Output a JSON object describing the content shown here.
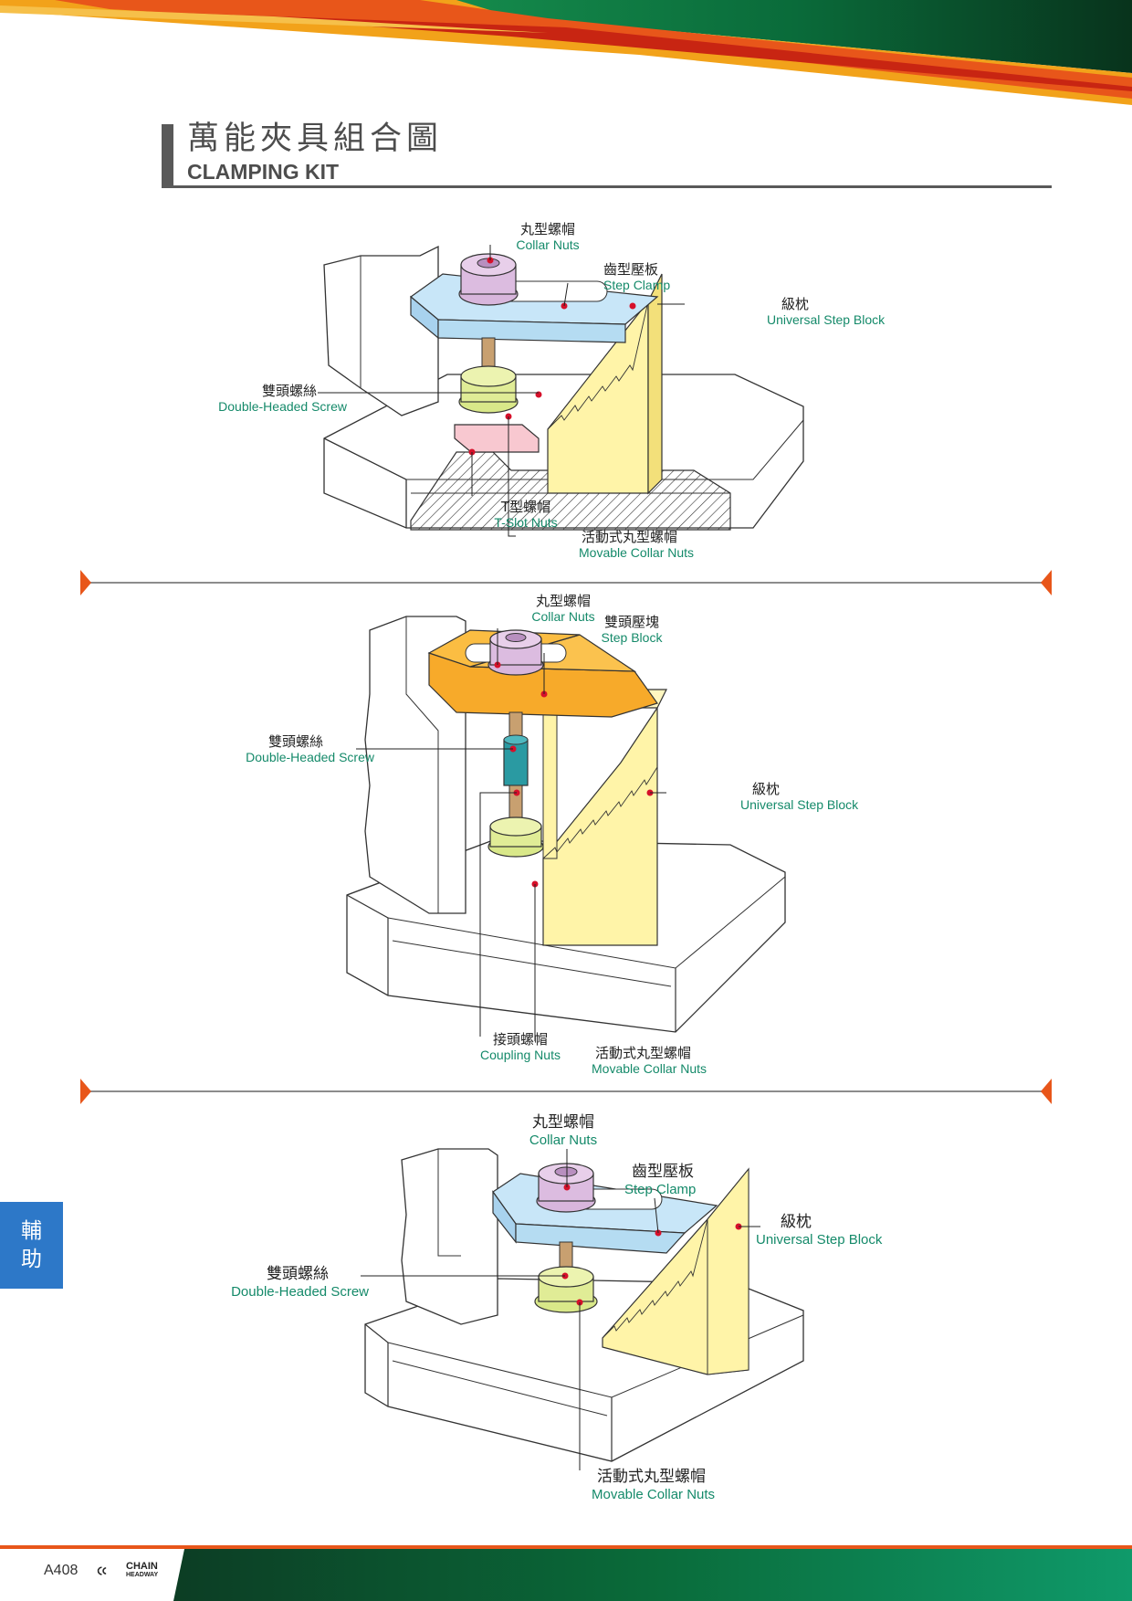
{
  "title": {
    "zh": "萬能夾具組合圖",
    "en": "CLAMPING KIT"
  },
  "side_tab": [
    "輔",
    "助"
  ],
  "page_number": "A408",
  "logo": {
    "line1": "CHAIN",
    "line2": "HEADWAY"
  },
  "colors": {
    "accent_orange": "#e8561a",
    "brand_green": "#0a6b3a",
    "label_green": "#158a6a",
    "tab_blue": "#2d78c8",
    "marker_red": "#d6102a"
  },
  "figures": [
    {
      "labels": {
        "collar_nuts": {
          "zh": "丸型螺帽",
          "en": "Collar Nuts"
        },
        "step_clamp": {
          "zh": "齒型壓板",
          "en": "Step Clamp"
        },
        "universal_step_block": {
          "zh": "級枕",
          "en": "Universal Step Block"
        },
        "double_headed_screw": {
          "zh": "雙頭螺絲",
          "en": "Double-Headed Screw"
        },
        "t_slot_nuts": {
          "zh": "T型螺帽",
          "en": "T-Slot Nuts"
        },
        "movable_collar_nuts": {
          "zh": "活動式丸型螺帽",
          "en": "Movable Collar Nuts"
        }
      }
    },
    {
      "labels": {
        "collar_nuts": {
          "zh": "丸型螺帽",
          "en": "Collar Nuts"
        },
        "step_block": {
          "zh": "雙頭壓塊",
          "en": "Step Block"
        },
        "double_headed_screw": {
          "zh": "雙頭螺絲",
          "en": "Double-Headed Screw"
        },
        "universal_step_block": {
          "zh": "級枕",
          "en": "Universal Step Block"
        },
        "coupling_nuts": {
          "zh": "接頭螺帽",
          "en": "Coupling Nuts"
        },
        "movable_collar_nuts": {
          "zh": "活動式丸型螺帽",
          "en": "Movable Collar Nuts"
        }
      }
    },
    {
      "labels": {
        "collar_nuts": {
          "zh": "丸型螺帽",
          "en": "Collar Nuts"
        },
        "step_clamp": {
          "zh": "齒型壓板",
          "en": "Step Clamp"
        },
        "universal_step_block": {
          "zh": "級枕",
          "en": "Universal Step Block"
        },
        "double_headed_screw": {
          "zh": "雙頭螺絲",
          "en": "Double-Headed Screw"
        },
        "movable_collar_nuts": {
          "zh": "活動式丸型螺帽",
          "en": "Movable Collar Nuts"
        }
      }
    }
  ]
}
